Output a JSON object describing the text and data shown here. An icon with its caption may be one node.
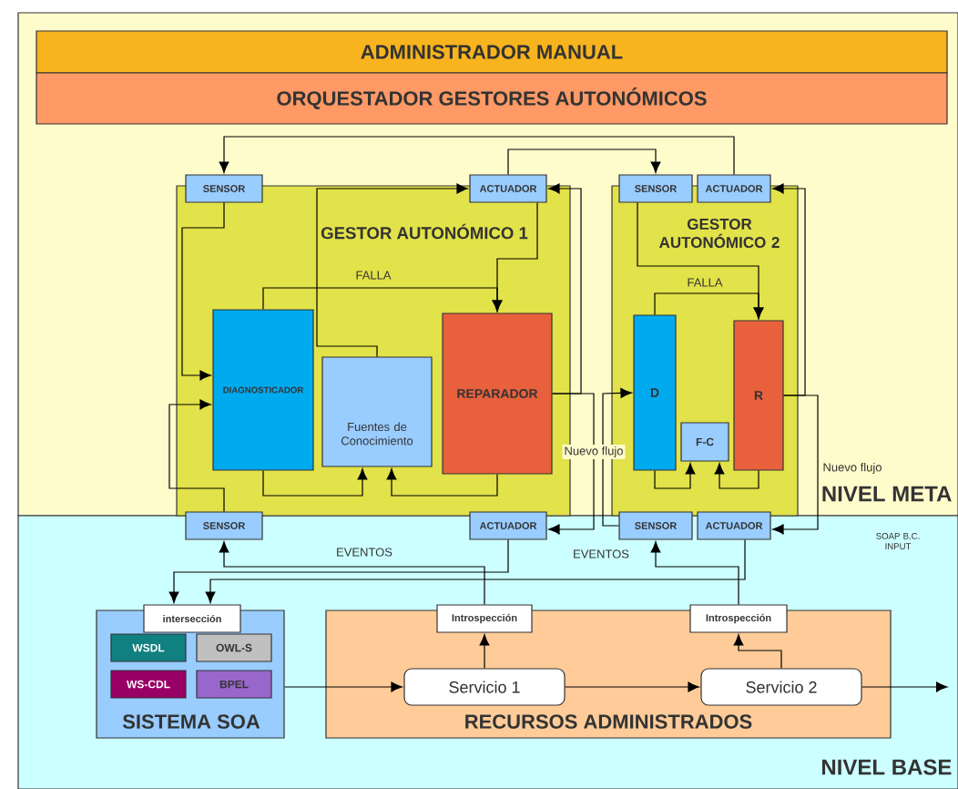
{
  "diagram": {
    "nodes": [
      {
        "text": [
          "NIVEL META"
        ]
      },
      {
        "text": [
          "ADMINISTRADOR MANUAL"
        ],
        "in": 0
      },
      {
        "text": [
          "ORQUESTADOR GESTORES AUTONÓMICOS"
        ],
        "in": 0
      },
      {
        "text": [
          "GESTOR AUTONÓMICO 1"
        ],
        "in": 0
      },
      {
        "text": [
          "SENSOR"
        ],
        "in": 0
      },
      {
        "text": [
          "ACTUADOR"
        ],
        "in": 0
      },
      {
        "text": [
          "DIAGNOSTICADOR"
        ],
        "in": 3
      },
      {
        "text": [
          "Fuentes de Conocimiento"
        ],
        "in": 3
      },
      {
        "text": [
          "REPARADOR"
        ],
        "in": 3
      },
      {
        "text": [
          "SENSOR"
        ]
      },
      {
        "text": [
          "ACTUADOR"
        ]
      },
      {
        "text": [
          "GESTOR AUTONÓMICO 2"
        ],
        "in": 0
      },
      {
        "text": [
          "SENSOR"
        ],
        "in": 0
      },
      {
        "text": [
          "ACTUADOR"
        ],
        "in": 0
      },
      {
        "text": [
          "D"
        ],
        "in": 11
      },
      {
        "text": [
          "F-C"
        ],
        "in": 11
      },
      {
        "text": [
          "R"
        ],
        "in": 11
      },
      {
        "text": [
          "SENSOR"
        ]
      },
      {
        "text": [
          "ACTUADOR"
        ]
      },
      {
        "text": [
          "NIVEL BASE"
        ]
      },
      {
        "text": [
          "SISTEMA SOA"
        ],
        "in": 19
      },
      {
        "text": [
          "intersección"
        ],
        "in": 19
      },
      {
        "text": [
          "WSDL"
        ],
        "in": 20
      },
      {
        "text": [
          "OWL-S"
        ],
        "in": 20
      },
      {
        "text": [
          "WS-CDL"
        ],
        "in": 20
      },
      {
        "text": [
          "BPEL"
        ],
        "in": 20
      },
      {
        "text": [
          "RECURSOS ADMINISTRADOS"
        ],
        "in": 19
      },
      {
        "text": [
          "Introspección"
        ],
        "in": 19
      },
      {
        "text": [
          "Introspección"
        ],
        "in": 19
      },
      {
        "text": [
          "Servicio 1"
        ],
        "in": 26
      },
      {
        "text": [
          "Servicio 2"
        ],
        "in": 26
      }
    ],
    "edges": [
      {
        "from": 13,
        "to": 4,
        "arrow": "to"
      },
      {
        "from": 5,
        "to": 12,
        "arrow": "to"
      },
      {
        "from": 7,
        "to": 5,
        "arrow": "to"
      },
      {
        "from": 4,
        "to": 6,
        "arrow": "to"
      },
      {
        "from": 9,
        "to": 6,
        "arrow": "to"
      },
      {
        "from": 6,
        "to": 8,
        "arrow": "to",
        "label": "FALLA"
      },
      {
        "from": 5,
        "to": 8,
        "arrow": "to"
      },
      {
        "from": 6,
        "to": 7,
        "arrow": "to"
      },
      {
        "from": 8,
        "to": 7,
        "arrow": "to"
      },
      {
        "from": 8,
        "to": 5,
        "arrow": "to"
      },
      {
        "from": 8,
        "to": 10,
        "arrow": "to",
        "label": "Nuevo flujo"
      },
      {
        "from": 12,
        "to": 16,
        "arrow": "to"
      },
      {
        "from": 14,
        "to": 16,
        "arrow": "to",
        "label": "FALLA"
      },
      {
        "from": 17,
        "to": 14,
        "arrow": "to"
      },
      {
        "from": 14,
        "to": 15,
        "arrow": "to"
      },
      {
        "from": 16,
        "to": 15,
        "arrow": "to"
      },
      {
        "from": 16,
        "to": 13,
        "arrow": "to"
      },
      {
        "from": 16,
        "to": 18,
        "arrow": "to",
        "label": "Nuevo flujo"
      },
      {
        "from": 10,
        "to": 21,
        "arrow": "to"
      },
      {
        "from": 18,
        "to": 21,
        "arrow": "to"
      },
      {
        "from": 27,
        "to": 9,
        "arrow": "to",
        "label": "EVENTOS"
      },
      {
        "from": 28,
        "to": 17,
        "arrow": "to",
        "label": "EVENTOS"
      },
      {
        "from": 29,
        "to": 27,
        "arrow": "to"
      },
      {
        "from": 30,
        "to": 28,
        "arrow": "to"
      },
      {
        "from": 29,
        "to": 30,
        "arrow": "to"
      },
      {
        "from": 20,
        "to": 29,
        "arrow": "to"
      },
      {
        "from": 30,
        "to": null,
        "arrow": "to"
      }
    ],
    "labels": [
      "SOAP B.C. INPUT"
    ]
  }
}
